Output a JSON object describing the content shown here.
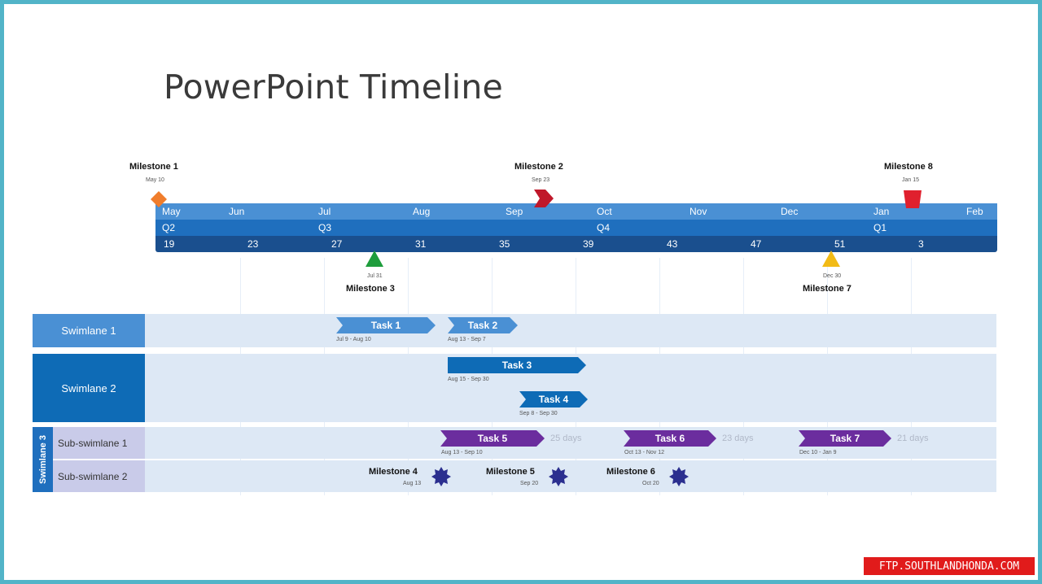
{
  "title": "PowerPoint Timeline",
  "colors": {
    "month_bar": "#4a90d4",
    "quarter_bar": "#1f6fbe",
    "week_bar": "#1a4f8e",
    "lane_bg": "#dde8f5",
    "swimlane1": "#4a90d4",
    "swimlane2": "#0e6bb6",
    "purple_task": "#6b2d9e",
    "watermark": "#e11b1b"
  },
  "timeline": {
    "months": [
      "May",
      "Jun",
      "Jul",
      "Aug",
      "Sep",
      "Oct",
      "Nov",
      "Dec",
      "Jan",
      "Feb"
    ],
    "quarters": [
      "Q2",
      "Q3",
      "Q4",
      "Q1"
    ],
    "weeks": [
      "19",
      "23",
      "27",
      "31",
      "35",
      "39",
      "43",
      "47",
      "51",
      "3"
    ]
  },
  "milestones_top": [
    {
      "name": "Milestone 1",
      "date": "May 10",
      "shape": "orange-diamond-icon"
    },
    {
      "name": "Milestone 2",
      "date": "Sep 23",
      "shape": "red-chevron-icon"
    },
    {
      "name": "Milestone 8",
      "date": "Jan 15",
      "shape": "red-cup-icon"
    }
  ],
  "milestones_bottom": [
    {
      "name": "Milestone 3",
      "date": "Jul 31",
      "shape": "green-triangle-icon"
    },
    {
      "name": "Milestone 7",
      "date": "Dec 30",
      "shape": "yellow-triangle-icon"
    }
  ],
  "swimlanes": {
    "lane1": {
      "label": "Swimlane 1"
    },
    "lane2": {
      "label": "Swimlane 2"
    },
    "lane3": {
      "label": "Swimlane 3",
      "sub1": "Sub-swimlane 1",
      "sub2": "Sub-swimlane 2"
    }
  },
  "tasks": [
    {
      "name": "Task 1",
      "date": "Jul 9 - Aug 10"
    },
    {
      "name": "Task 2",
      "date": "Aug 13 - Sep 7"
    },
    {
      "name": "Task 3",
      "date": "Aug 15 - Sep 30"
    },
    {
      "name": "Task 4",
      "date": "Sep 8 - Sep 30"
    },
    {
      "name": "Task 5",
      "date": "Aug 13 - Sep 10",
      "duration": "25 days"
    },
    {
      "name": "Task 6",
      "date": "Oct 13 - Nov 12",
      "duration": "23 days"
    },
    {
      "name": "Task 7",
      "date": "Dec 10 - Jan 9",
      "duration": "21 days"
    }
  ],
  "sub_milestones": [
    {
      "name": "Milestone 4",
      "date": "Aug 13",
      "shape": "navy-star-icon"
    },
    {
      "name": "Milestone 5",
      "date": "Sep 20",
      "shape": "navy-star-icon"
    },
    {
      "name": "Milestone 6",
      "date": "Oct 20",
      "shape": "navy-star-icon"
    }
  ],
  "watermark": "FTP.SOUTHLANDHONDA.COM"
}
